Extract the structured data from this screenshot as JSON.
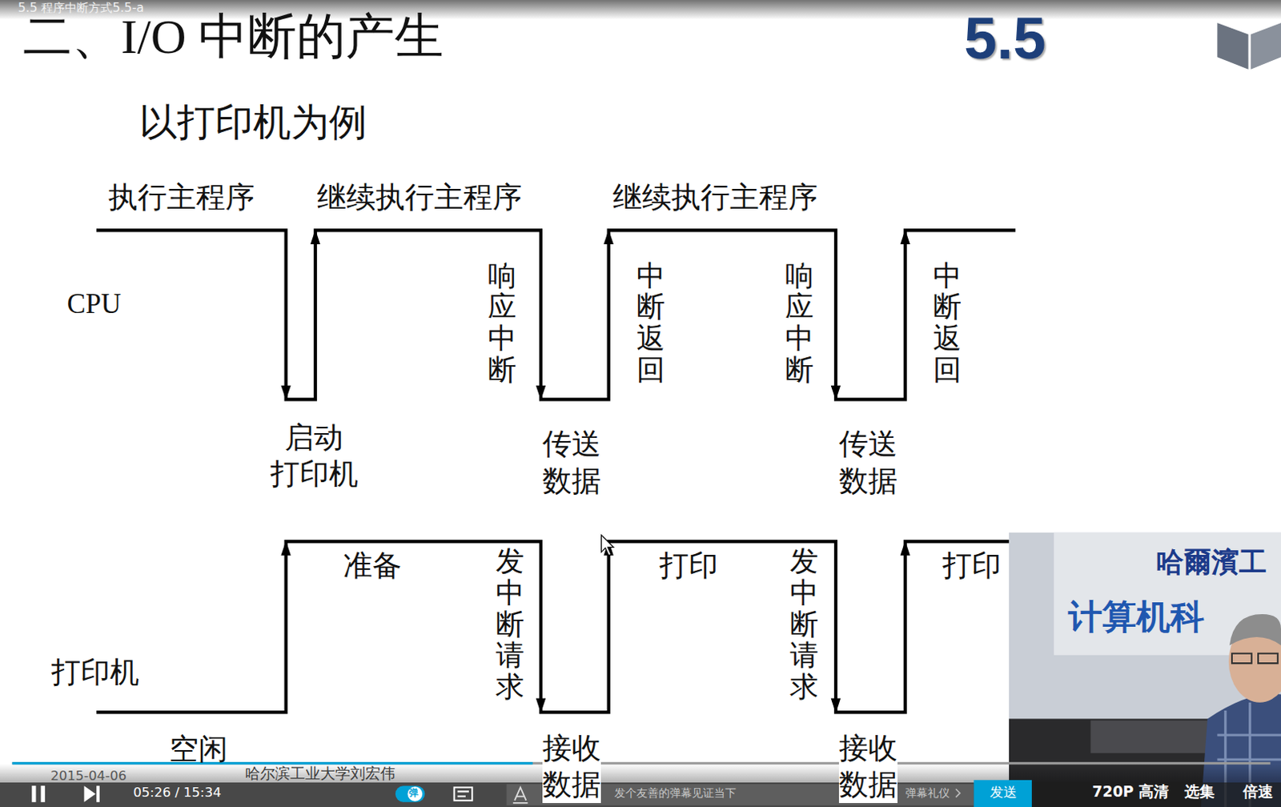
{
  "diagram": {
    "title": "二、I/O 中断的产生",
    "labels": [
      "5.5 程序中断方式5.5-a",
      "5.5",
      "以打印机为例",
      "执行主程序",
      "继续执行主程序",
      "继续执行主程序",
      "CPU",
      "响应中断",
      "中断返回",
      "响应中断",
      "中断返回",
      "启动 打印机",
      "传送 数据",
      "传送 数据",
      "准备",
      "发中断请求",
      "打印",
      "发中断请求",
      "打印",
      "打印机",
      "空闲",
      "接收 数据",
      "接收 数据",
      "哈爾濱工",
      "计算机科",
      "2015-04-06",
      "05:26 / 15:34",
      "哈尔滨工业大学刘宏伟",
      "弹",
      "发个友善的弹幕见证当下",
      "弹幕礼仪",
      "发送",
      "720P 高清",
      "选集",
      "倍速"
    ]
  }
}
